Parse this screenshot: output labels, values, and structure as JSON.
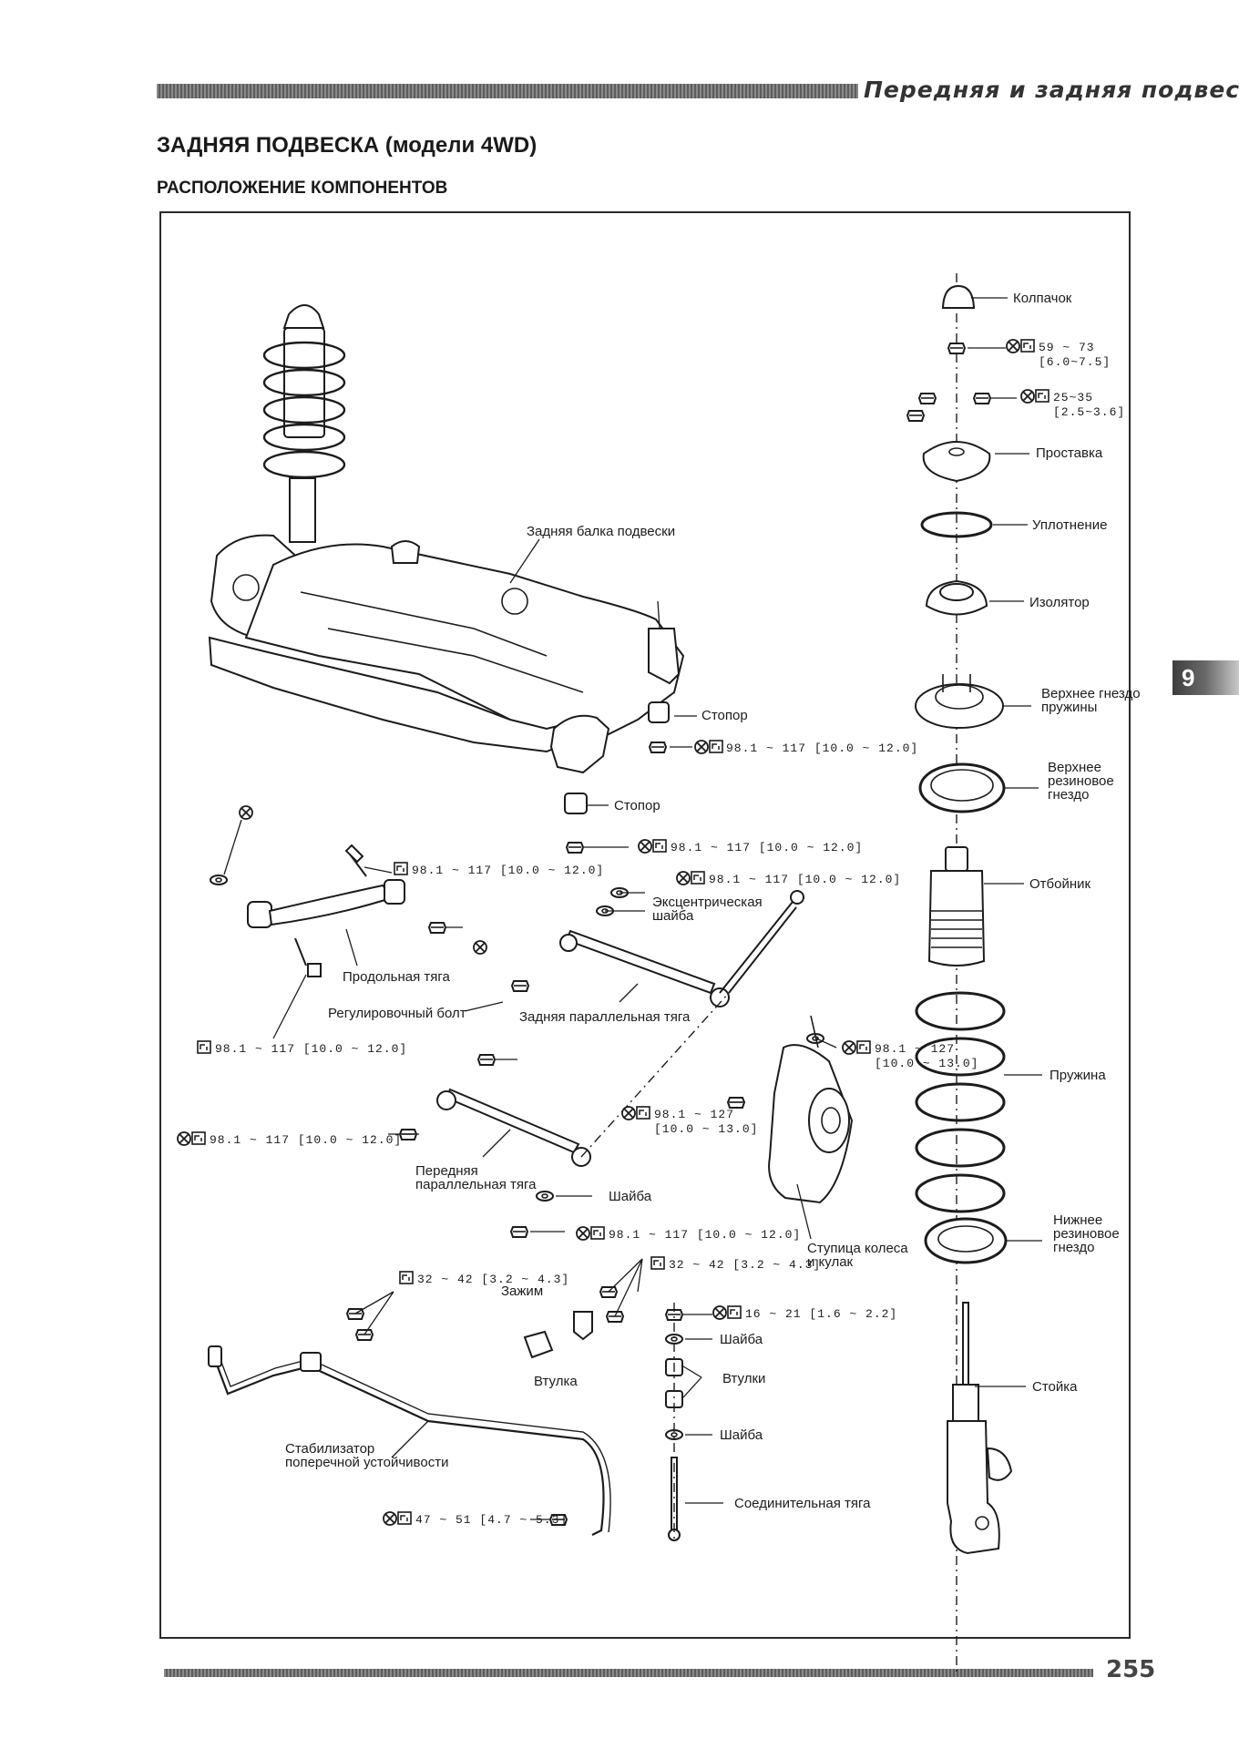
{
  "header": {
    "section": "Передняя и задняя подвеска",
    "title": "ЗАДНЯЯ ПОДВЕСКА (модели 4WD)",
    "subtitle": "РАСПОЛОЖЕНИЕ КОМПОНЕНТОВ"
  },
  "chapter_tab": "9",
  "page_number": "255",
  "icons": {
    "replace": "replace-part-icon",
    "torque": "torque-wrench-icon"
  },
  "labels": {
    "kolpachok": "Колпачок",
    "prostavka": "Проставка",
    "uplotnenie": "Уплотнение",
    "izolyator": "Изолятор",
    "upper_seat": "Верхнее гнездо\nпружины",
    "upper_rubber": "Верхнее\nрезиновое\nгнездо",
    "otboynik": "Отбойник",
    "pruzhina": "Пружина",
    "lower_rubber": "Нижнее\nрезиновое\nгнездо",
    "stoyka": "Стойка",
    "beam": "Задняя балка подвески",
    "stopor1": "Стопор",
    "stopor2": "Стопор",
    "ecc_washer": "Эксцентрическая\nшайба",
    "trailing": "Продольная тяга",
    "adj_bolt": "Регулировочный болт",
    "rear_link": "Задняя параллельная тяга",
    "front_link": "Передняя\nпараллельная тяга",
    "washer1": "Шайба",
    "hub": "Ступица колеса\nи кулак",
    "clamp": "Зажим",
    "bushing": "Втулка",
    "bushings": "Втулки",
    "washer2": "Шайба",
    "washer3": "Шайба",
    "stabilizer": "Стабилизатор\nпоперечной устойчивости",
    "conn_link": "Соединительная тяга"
  },
  "torques": {
    "t1": "59 ~ 73\n[6.0~7.5]",
    "t2": "25~35\n[2.5~3.6]",
    "t3": "98.1 ~ 117 [10.0 ~ 12.0]",
    "t4": "98.1 ~ 117 [10.0 ~ 12.0]",
    "t5": "98.1 ~ 117 [10.0 ~ 12.0]",
    "t6": "98.1 ~ 117 [10.0 ~ 12.0]",
    "t7": "98.1 ~ 117 [10.0 ~ 12.0]",
    "t8": "98.1 ~ 127\n[10.0 ~ 13.0]",
    "t9": "98.1 ~ 127\n[10.0 ~ 13.0]",
    "t10": "98.1 ~ 117 [10.0 ~ 12.0]",
    "t11": "98.1 ~ 117 [10.0 ~ 12.0]",
    "t12": "32 ~ 42 [3.2 ~ 4.3]",
    "t13": "32 ~ 42 [3.2 ~ 4.3]",
    "t14": "16 ~ 21 [1.6 ~ 2.2]",
    "t15": "47 ~ 51 [4.7 ~ 5.3]"
  }
}
